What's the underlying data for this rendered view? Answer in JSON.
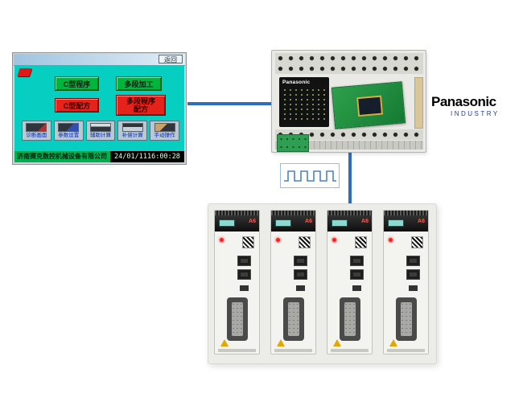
{
  "hmi": {
    "back_button": "返回",
    "buttons": [
      {
        "label": "C型程序",
        "style": "green"
      },
      {
        "label": "多段加工",
        "style": "green"
      },
      {
        "label": "C型配方",
        "style": "red"
      },
      {
        "label": "多段程序配方",
        "style": "red"
      }
    ],
    "menu": [
      {
        "label": "诊断画面"
      },
      {
        "label": "参数设置"
      },
      {
        "label": "辅助计算"
      },
      {
        "label": "补偿计算"
      },
      {
        "label": "手动操作"
      }
    ],
    "footer_company": "济南赛克数控机械设备有限公司",
    "footer_time": "24/01/1116:00:28"
  },
  "plc": {
    "brand": "Panasonic"
  },
  "brand": {
    "name": "Panasonic",
    "tagline": "INDUSTRY"
  },
  "servo": {
    "series": "A6"
  },
  "colors": {
    "connection_line": "#2e6fba",
    "hmi_screen": "#06cfc2",
    "green_button": "#00b43c",
    "red_button": "#e5231b",
    "footer_green": "#00b050",
    "brand_blue": "#1b3fae"
  }
}
